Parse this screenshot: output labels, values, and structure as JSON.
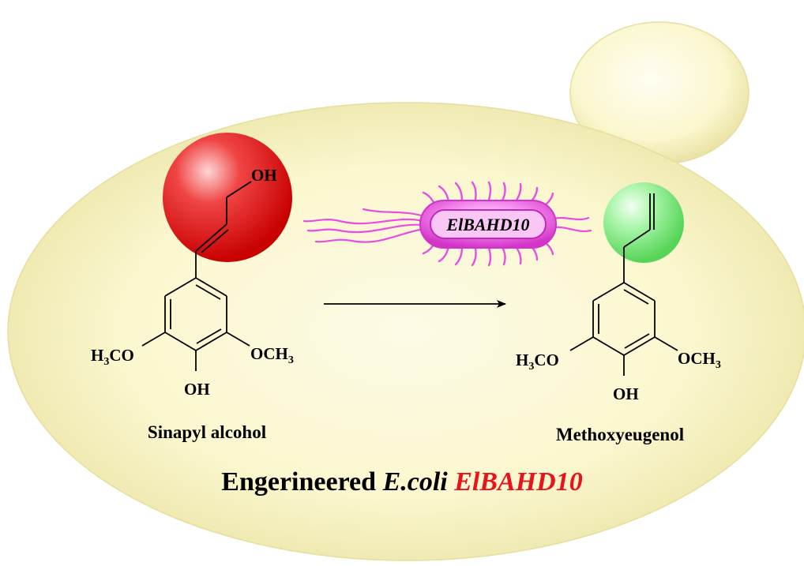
{
  "reactant": {
    "name": "Sinapyl alcohol",
    "top_group": "OH",
    "left_group": "H3CO",
    "right_group": "OCH3",
    "bottom_group": "OH",
    "highlight_color": "#e11414"
  },
  "product": {
    "name": "Methoxyeugenol",
    "left_group": "H3CO",
    "right_group": "OCH3",
    "bottom_group": "OH",
    "highlight_color": "#7fe87f"
  },
  "enzyme": {
    "label": "ElBAHD10",
    "color": "#e84fe0"
  },
  "title": {
    "prefix": "Engerineered",
    "organism": "E.coli",
    "gene": "ElBAHD10",
    "gene_color": "#e8141b"
  },
  "background": {
    "cell_color": "#fbf7cf",
    "cell_edge": "#e8e2a6"
  }
}
